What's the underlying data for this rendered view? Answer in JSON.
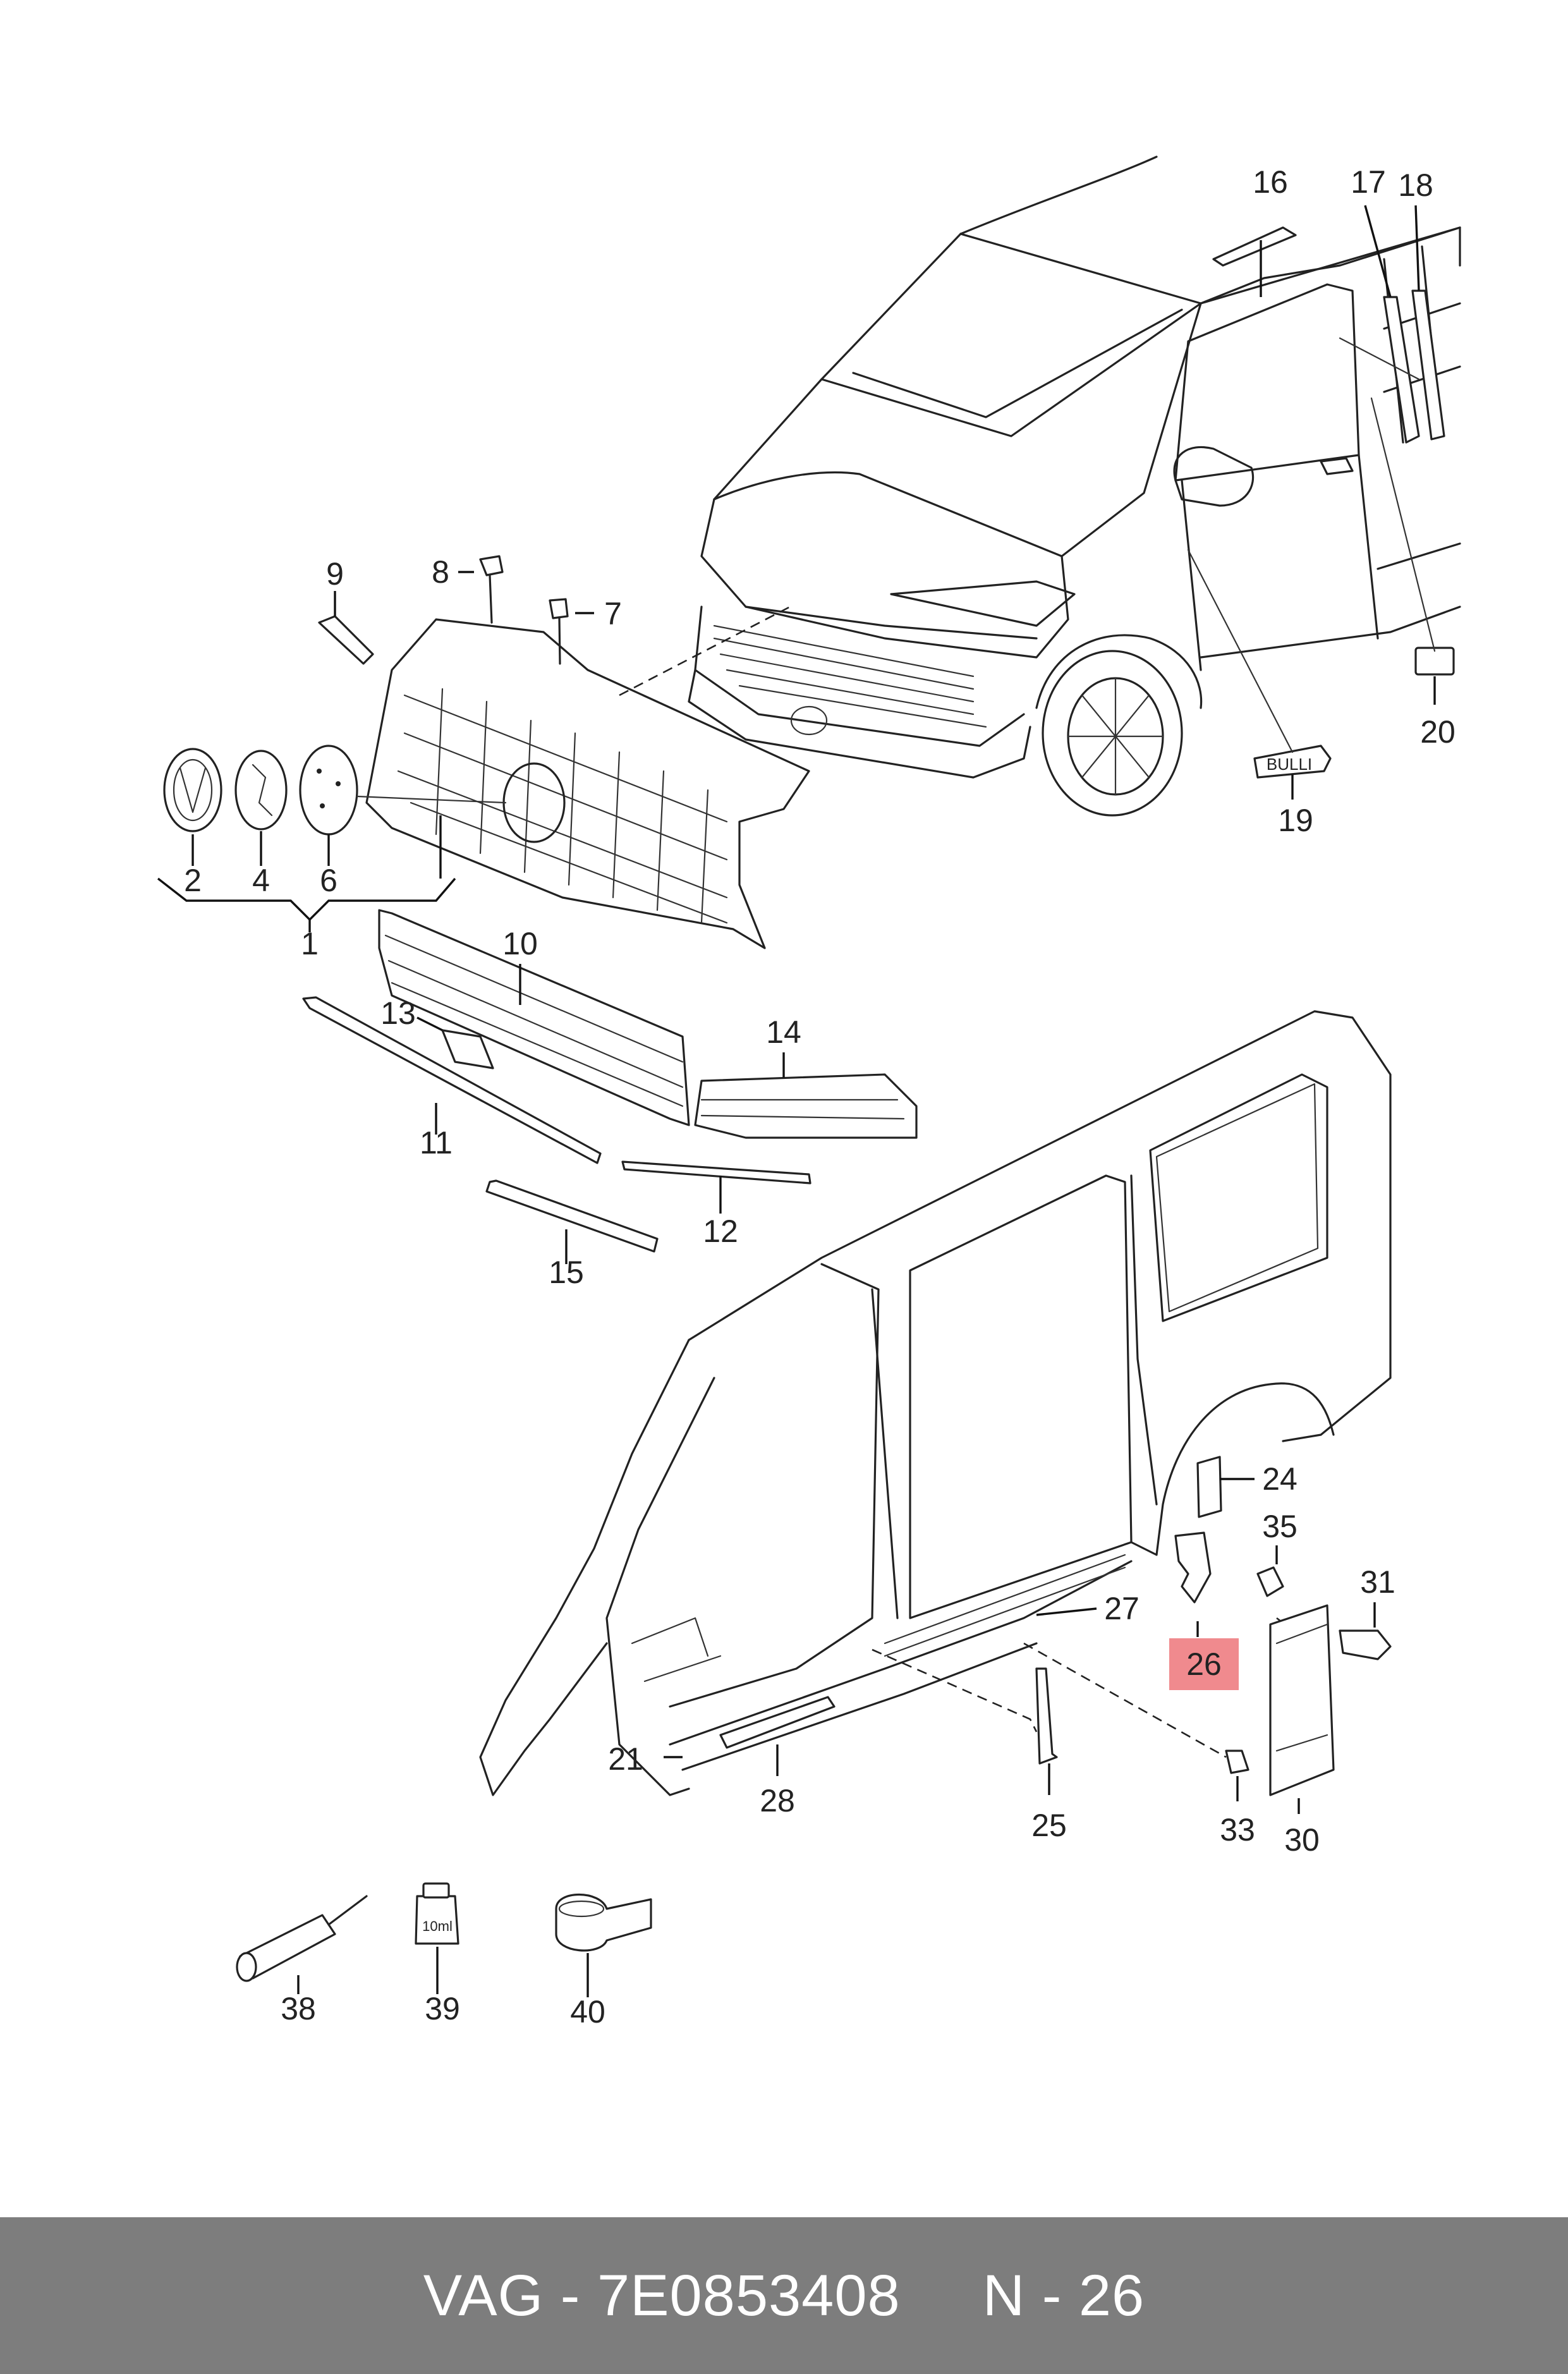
{
  "diagram": {
    "highlighted_part": "26",
    "callouts": [
      {
        "id": "1",
        "label": "1"
      },
      {
        "id": "2",
        "label": "2"
      },
      {
        "id": "4",
        "label": "4"
      },
      {
        "id": "6",
        "label": "6"
      },
      {
        "id": "7",
        "label": "7"
      },
      {
        "id": "8",
        "label": "8"
      },
      {
        "id": "9",
        "label": "9"
      },
      {
        "id": "10",
        "label": "10"
      },
      {
        "id": "11",
        "label": "11"
      },
      {
        "id": "12",
        "label": "12"
      },
      {
        "id": "13",
        "label": "13"
      },
      {
        "id": "14",
        "label": "14"
      },
      {
        "id": "15",
        "label": "15"
      },
      {
        "id": "16",
        "label": "16"
      },
      {
        "id": "17",
        "label": "17"
      },
      {
        "id": "18",
        "label": "18"
      },
      {
        "id": "19",
        "label": "19"
      },
      {
        "id": "20",
        "label": "20"
      },
      {
        "id": "21",
        "label": "21"
      },
      {
        "id": "24",
        "label": "24"
      },
      {
        "id": "25",
        "label": "25"
      },
      {
        "id": "26",
        "label": "26"
      },
      {
        "id": "27",
        "label": "27"
      },
      {
        "id": "28",
        "label": "28"
      },
      {
        "id": "30",
        "label": "30"
      },
      {
        "id": "31",
        "label": "31"
      },
      {
        "id": "33",
        "label": "33"
      },
      {
        "id": "35",
        "label": "35"
      },
      {
        "id": "38",
        "label": "38"
      },
      {
        "id": "39",
        "label": "39"
      },
      {
        "id": "40",
        "label": "40"
      }
    ],
    "bottle_label": "10ml",
    "badge_text": "BULLI"
  },
  "footer": {
    "brand_part": "VAG - 7E0853408",
    "position": "N - 26"
  },
  "colors": {
    "highlight": "#f08a8e",
    "footer_bg": "#7d7d7d",
    "footer_text": "#ffffff",
    "line": "#222222"
  }
}
